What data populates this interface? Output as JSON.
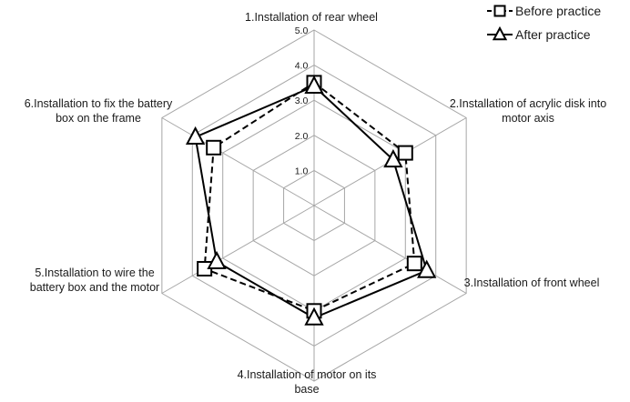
{
  "chart_data": {
    "type": "radar",
    "axes": [
      [
        "1.Installation of rear wheel"
      ],
      [
        "2.Installation of acrylic disk into",
        "motor axis"
      ],
      [
        "3.Installation of front wheel"
      ],
      [
        "4.Installation of motor on its",
        "base"
      ],
      [
        "5.Installation to wire the",
        "battery box and the motor"
      ],
      [
        "6.Installation to fix the battery",
        "box on the frame"
      ]
    ],
    "rlim": [
      0,
      5
    ],
    "ticks": [
      "1.0",
      "2.0",
      "3.0",
      "4.0",
      "5.0"
    ],
    "tick_values": [
      1,
      2,
      3,
      4,
      5
    ],
    "series": [
      {
        "name": "Before practice",
        "values": [
          3.5,
          3.0,
          3.3,
          3.0,
          3.6,
          3.3
        ],
        "line": "dashed",
        "marker": "square",
        "color": "#000000"
      },
      {
        "name": "After practice",
        "values": [
          3.4,
          2.6,
          3.7,
          3.2,
          3.2,
          3.9
        ],
        "line": "solid",
        "marker": "triangle",
        "color": "#000000"
      }
    ],
    "legend_position": "top-right",
    "grid": true
  }
}
